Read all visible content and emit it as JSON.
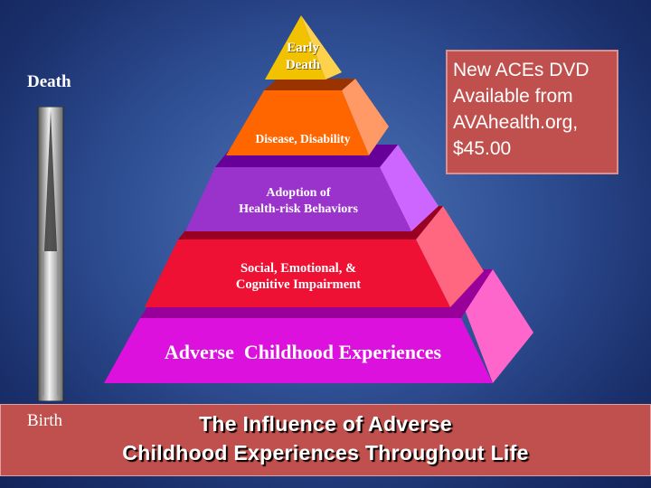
{
  "side_labels": {
    "top": "Death",
    "bottom": "Birth"
  },
  "pyramid": {
    "tiers": [
      {
        "lines": [
          "Early",
          "Death"
        ]
      },
      {
        "lines": [
          "Disease, Disability"
        ]
      },
      {
        "lines": [
          "Adoption of",
          "Health-risk Behaviors"
        ]
      },
      {
        "lines": [
          "Social, Emotional, &",
          "Cognitive Impairment"
        ]
      },
      {
        "lines": [
          "Adverse  Childhood Experiences"
        ]
      }
    ]
  },
  "promo": {
    "lines": [
      "New ACEs DVD",
      "Available from",
      "AVAhealth.org,",
      "$45.00"
    ]
  },
  "title": {
    "line1": "The Influence of Adverse",
    "line2": "Childhood Experiences Throughout Life"
  },
  "colors": {
    "early_death": "#f2c200",
    "disease": "#ff6600",
    "adoption": "#9933cc",
    "social": "#ee1133",
    "ace": "#dd11dd",
    "banner": "#c0504d"
  }
}
